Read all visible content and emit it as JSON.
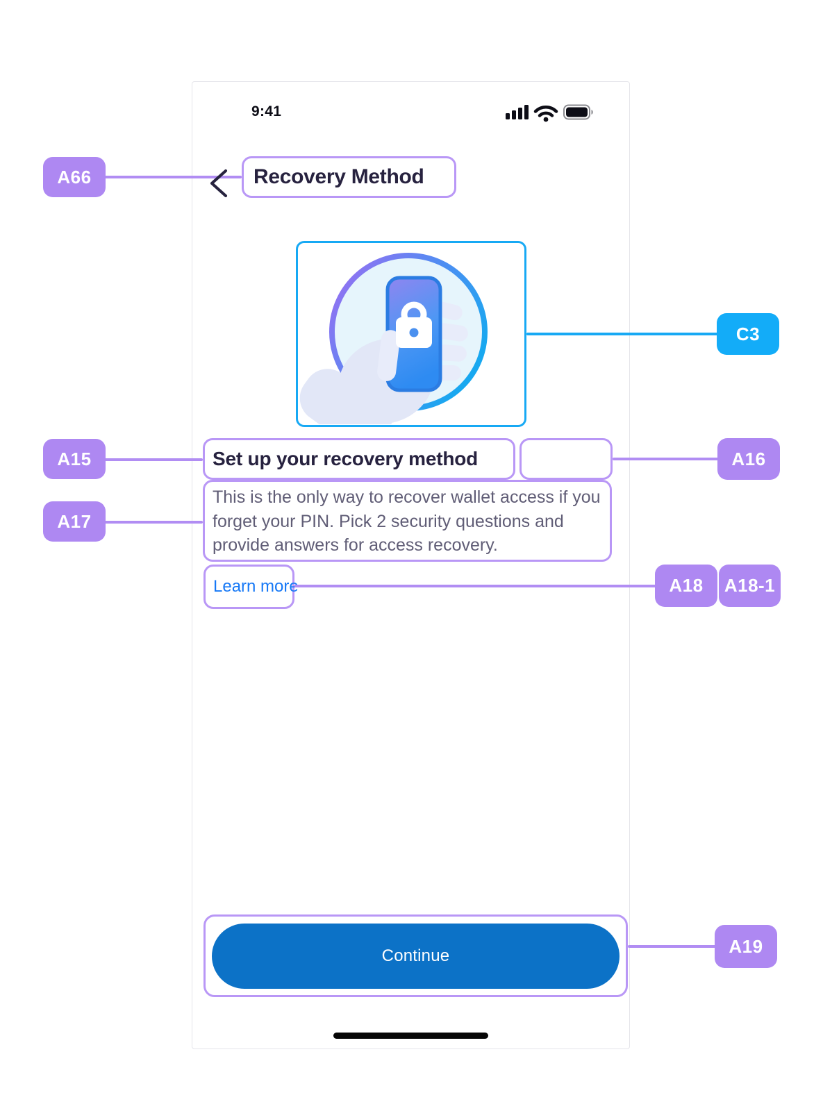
{
  "status_bar": {
    "time": "9:41"
  },
  "nav": {
    "title": "Recovery Method"
  },
  "content": {
    "heading": "Set up your recovery method",
    "description": "This is the only way to recover wallet access if you forget your PIN. Pick 2 security questions and provide answers for access recovery.",
    "learn_more_label": "Learn more",
    "continue_label": "Continue"
  },
  "illustration": {
    "name": "hand-holding-phone-with-lock"
  },
  "annotations": {
    "badges": {
      "a66": "A66",
      "c3": "C3",
      "a15": "A15",
      "a16": "A16",
      "a17": "A17",
      "a18": "A18",
      "a18_1": "A18-1",
      "a19": "A19"
    },
    "colors": {
      "purple_badge": "#ae88f2",
      "purple_outline": "#b997f6",
      "cyan": "#13acf8",
      "continue_blue": "#0c72c7",
      "link_blue": "#1678f6"
    }
  }
}
